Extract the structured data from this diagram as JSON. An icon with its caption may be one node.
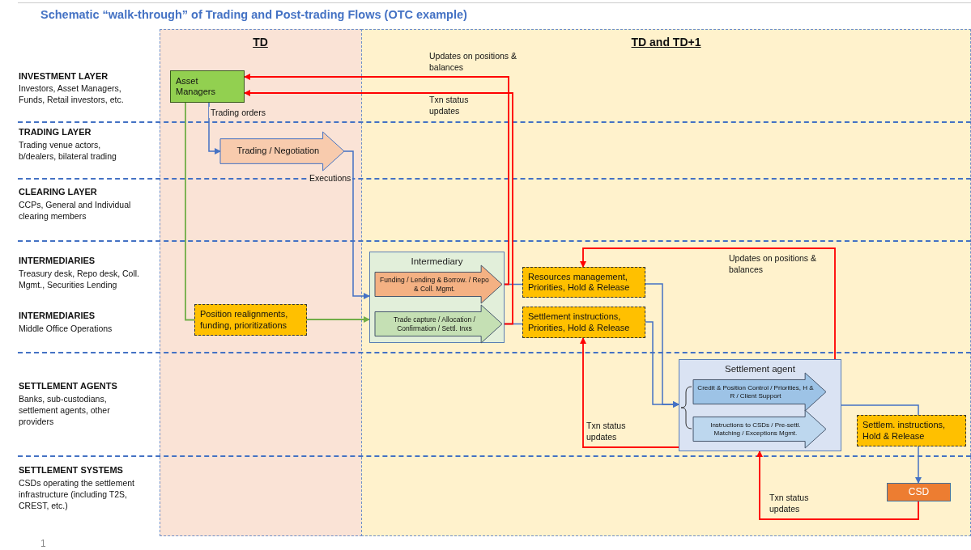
{
  "diagram": {
    "title": "Schematic “walk-through” of Trading and Post-trading Flows (OTC example)",
    "nodes": [
      {
        "text": [
          "Asset Managers"
        ]
      },
      {
        "text": [
          "Trading / Negotiation"
        ]
      },
      {
        "text": [
          "Intermediary"
        ]
      },
      {
        "text": [
          "Funding / Lending & Borrow. / Repo & Coll. Mgmt."
        ],
        "in": 2
      },
      {
        "text": [
          "Trade capture / Allocation / Confirmation / Settl. Inxs"
        ],
        "in": 2
      },
      {
        "text": [
          "Position realignments, funding, prioritizations"
        ]
      },
      {
        "text": [
          "Resources management, Priorities, Hold & Release"
        ]
      },
      {
        "text": [
          "Settlement instructions, Priorities, Hold & Release"
        ]
      },
      {
        "text": [
          "Settlement agent"
        ]
      },
      {
        "text": [
          "Credit & Position Control / Priorities, H & R / Client Support"
        ],
        "in": 8
      },
      {
        "text": [
          "Instructions to CSDs / Pre-settl. Matching / Exceptions Mgmt."
        ],
        "in": 8
      },
      {
        "text": [
          "Settlem. instructions, Hold & Release"
        ]
      },
      {
        "text": [
          "CSD"
        ]
      }
    ],
    "edges": [
      {
        "from": 0,
        "to": 1,
        "arrow": "to",
        "label": "Trading orders"
      },
      {
        "from": 1,
        "to": 2,
        "arrow": "to",
        "label": "Executions"
      },
      {
        "from": 0,
        "to": 5,
        "arrow": "none",
        "color": "#70ad47"
      },
      {
        "from": 5,
        "to": 2,
        "arrow": "to",
        "color": "#70ad47"
      },
      {
        "from": 3,
        "to": 6,
        "arrow": "none"
      },
      {
        "from": 4,
        "to": 7,
        "arrow": "none"
      },
      {
        "from": 3,
        "to": 0,
        "arrow": "to",
        "color": "#ff0000",
        "label": "Updates on positions & balances"
      },
      {
        "from": 4,
        "to": 0,
        "arrow": "to",
        "color": "#ff0000",
        "label": "Txn status updates"
      },
      {
        "from": 6,
        "to": 8,
        "arrow": "to"
      },
      {
        "from": 7,
        "to": 8,
        "arrow": "to"
      },
      {
        "from": 9,
        "to": 6,
        "arrow": "to",
        "color": "#ff0000",
        "label": "Updates on positions & balances"
      },
      {
        "from": 10,
        "to": 7,
        "arrow": "to",
        "color": "#ff0000",
        "label": "Txn status updates"
      },
      {
        "from": 8,
        "to": 11,
        "arrow": "none"
      },
      {
        "from": 11,
        "to": 12,
        "arrow": "to"
      },
      {
        "from": 12,
        "to": 8,
        "arrow": "to",
        "color": "#ff0000",
        "label": "Txn status updates"
      }
    ],
    "labels": [
      "TD",
      "TD and TD+1",
      "INVESTMENT LAYER",
      "Investors, Asset Managers, Funds, Retail investors, etc.",
      "TRADING LAYER",
      "Trading venue actors, b/dealers, bilateral trading",
      "CLEARING LAYER",
      "CCPs, General and Individual clearing members",
      "INTERMEDIARIES",
      "Treasury desk, Repo desk, Coll. Mgmt., Securities Lending",
      "INTERMEDIARIES",
      "Middle Office Operations",
      "SETTLEMENT AGENTS",
      "Banks, sub-custodians, settlement agents, other providers",
      "SETTLEMENT SYSTEMS",
      "CSDs operating the settlement infrastructure (including T2S, CREST, etc.)",
      "1"
    ]
  }
}
